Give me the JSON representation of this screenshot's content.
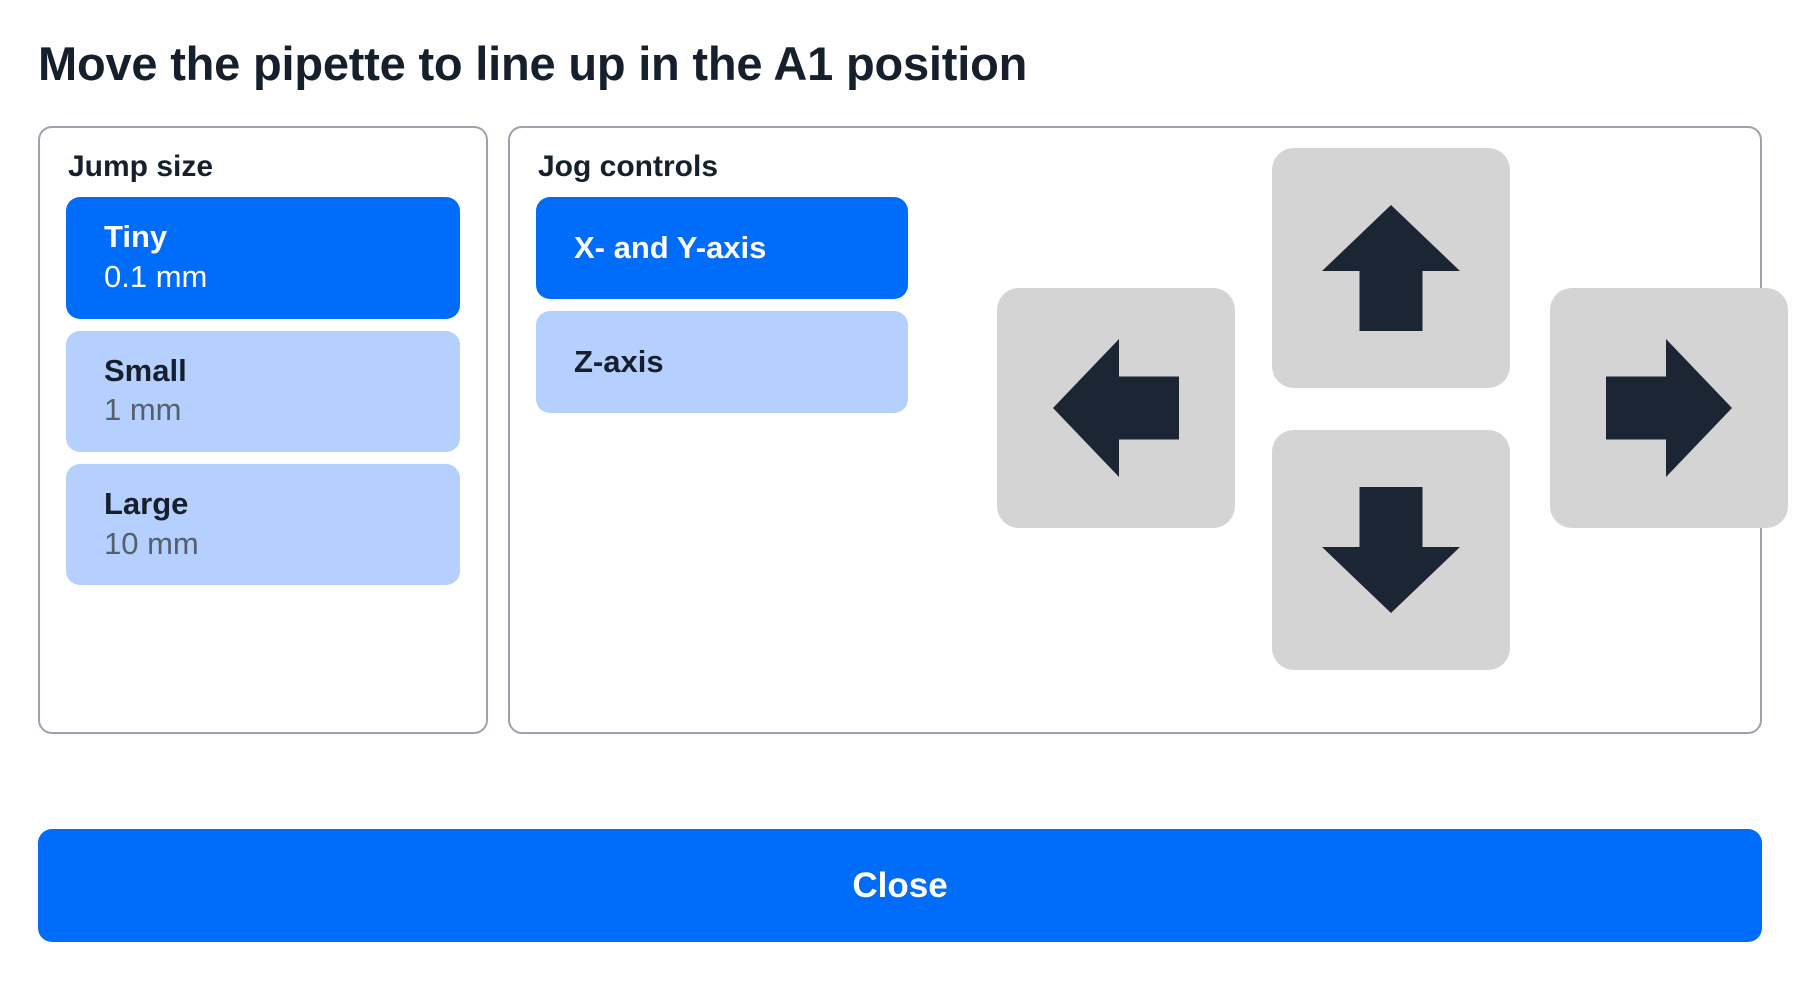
{
  "page": {
    "title": "Move the pipette to line up in the A1 position"
  },
  "colors": {
    "accent_blue": "#006CFA",
    "light_blue": "#B5D0FF",
    "button_gray": "#D4D4D4",
    "arrow_dark": "#1C2534",
    "panel_border": "#9CA3AF",
    "text_dark": "#16202D",
    "text_muted": "#55606E"
  },
  "jump_size": {
    "heading": "Jump size",
    "options": [
      {
        "name": "Tiny",
        "value": "0.1 mm",
        "selected": true
      },
      {
        "name": "Small",
        "value": "1 mm",
        "selected": false
      },
      {
        "name": "Large",
        "value": "10 mm",
        "selected": false
      }
    ]
  },
  "jog_controls": {
    "heading": "Jog controls",
    "axes": [
      {
        "label": "X- and Y-axis",
        "selected": true
      },
      {
        "label": "Z-axis",
        "selected": false
      }
    ],
    "dpad": [
      {
        "direction": "up",
        "icon": "arrow-up-icon"
      },
      {
        "direction": "down",
        "icon": "arrow-down-icon"
      },
      {
        "direction": "left",
        "icon": "arrow-left-icon"
      },
      {
        "direction": "right",
        "icon": "arrow-right-icon"
      }
    ]
  },
  "footer": {
    "close_label": "Close"
  }
}
